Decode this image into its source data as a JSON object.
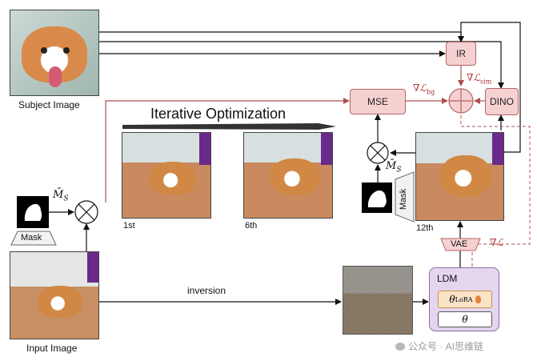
{
  "labels": {
    "subject_image": "Subject Image",
    "input_image": "Input Image",
    "iterative_optimization": "Iterative Optimization",
    "iter_1": "1st",
    "iter_6": "6th",
    "iter_12": "12th",
    "inversion": "inversion",
    "mask_left": "Mask",
    "mask_right": "Mask",
    "ldm": "LDM"
  },
  "math": {
    "m_bar": "M̄",
    "sub_s": "S",
    "grad_bg_symbol": "∇ℒ",
    "grad_bg_sub": "bg",
    "grad_sim_symbol": "∇ℒ",
    "grad_sim_sub": "sim",
    "grad_total": "∇ℒ",
    "theta": "θ",
    "theta_lora_sub": "LoRA"
  },
  "boxes": {
    "ir": "IR",
    "mse": "MSE",
    "dino": "DINO",
    "vae": "VAE"
  },
  "watermark": "公众号 · AI思维链",
  "colors": {
    "pink_box": "#f6d1d1",
    "pink_border": "#b46464",
    "gradient_red": "#b03030",
    "ldm_purple": "#e4d6ef",
    "lora_orange": "#fbe3c8"
  }
}
